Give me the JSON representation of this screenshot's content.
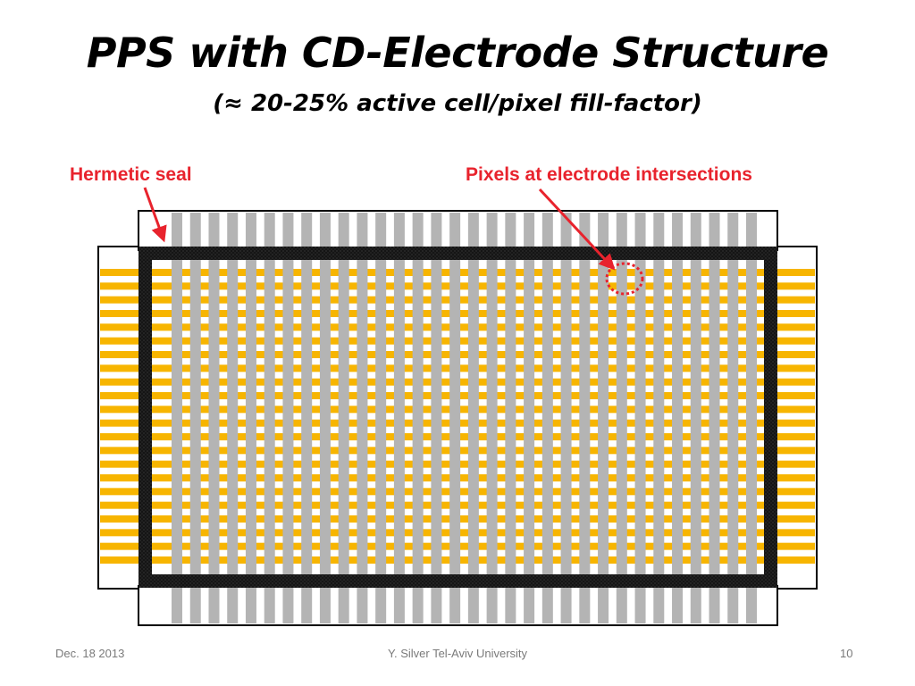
{
  "slide": {
    "title": "PPS with CD-Electrode Structure",
    "subtitle": "(≈ 20-25% active cell/pixel fill-factor)"
  },
  "diagram": {
    "labels": {
      "hermetic_seal": "Hermetic seal",
      "pixels": "Pixels at electrode intersections"
    },
    "colors": {
      "row_electrode": "#f7b500",
      "column_electrode": "#b4b4b4",
      "seal": "#1a1a1a",
      "callout": "#e8232d"
    },
    "row_electrode_count": 22,
    "column_electrode_count": 32
  },
  "footer": {
    "date": "Dec. 18 2013",
    "author": "Y. Silver Tel-Aviv University",
    "page_number": "10"
  }
}
